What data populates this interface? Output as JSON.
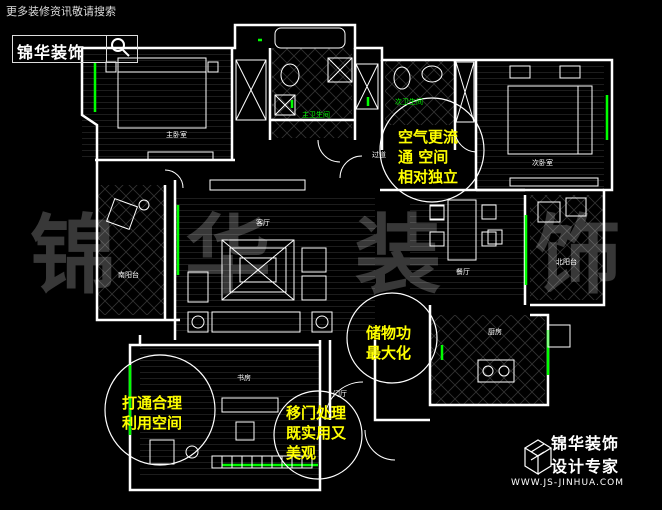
{
  "header": {
    "top_note": "更多装修资讯敬请搜索",
    "brand": "锦华装饰"
  },
  "watermark": [
    "锦",
    "华",
    "装",
    "饰"
  ],
  "rooms": {
    "master_bedroom": "主卧室",
    "master_bath": "主卫生间",
    "second_bath": "次卫生间",
    "second_bedroom": "次卧室",
    "corridor": "过道",
    "living": "客厅",
    "dining": "餐厅",
    "kitchen": "厨房",
    "south_balcony": "南阳台",
    "north_balcony": "北阳台",
    "study": "书房",
    "sliding_door": "门厅"
  },
  "annotations": {
    "air_flow": [
      "空气更流",
      "通 空间",
      "相对独立"
    ],
    "storage": [
      "储物功",
      "最大化"
    ],
    "study_space": [
      "打通合理",
      "利用空间"
    ],
    "sliding": [
      "移门处理",
      "既实用又",
      "美观"
    ]
  },
  "logo": {
    "line1": "锦华装饰",
    "line2": "设计专家",
    "url": "WWW.JS-JINHUA.COM"
  },
  "colors": {
    "wall": "#ffffff",
    "accent": "#00ff00",
    "annotation": "#ffff00",
    "background": "#000000"
  }
}
